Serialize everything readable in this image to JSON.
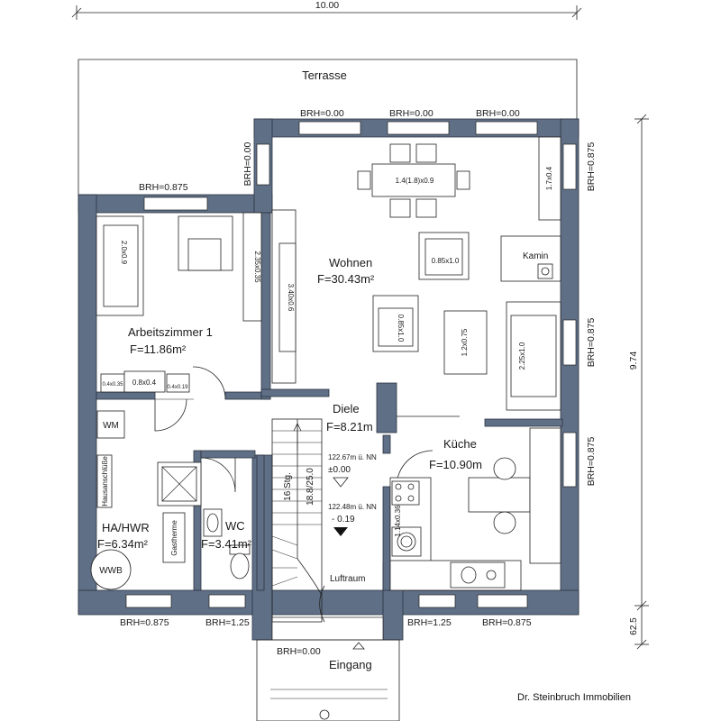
{
  "overall_width": "10.00",
  "overall_depth": "9.74",
  "offset_dim": "62.5",
  "credit": "Dr. Steinbruch Immobilien",
  "terrace": "Terrasse",
  "entrance": "Eingang",
  "rooms": {
    "wohnen": {
      "name": "Wohnen",
      "area": "F=30.43m²"
    },
    "arbeitszimmer": {
      "name": "Arbeitszimmer 1",
      "area": "F=11.86m²"
    },
    "diele": {
      "name": "Diele",
      "area": "F=8.21m"
    },
    "kueche": {
      "name": "Küche",
      "area": "F=10.90m"
    },
    "hwr": {
      "name": "HA/HWR",
      "area": "F=6.34m²"
    },
    "wc": {
      "name": "WC",
      "area": "F=3.41m²"
    },
    "luftraum": {
      "name": "Luftraum"
    }
  },
  "brh": {
    "top1": "BRH=0.00",
    "top2": "BRH=0.00",
    "top3": "BRH=0.00",
    "left_vertical": "BRH=0.00",
    "arbeits_top": "BRH=0.875",
    "right1": "BRH=0.875",
    "right2": "BRH=0.875",
    "right3": "BRH=0.875",
    "bottom1": "BRH=0.875",
    "bottom2": "BRH=1.25",
    "bottom3": "BRH=1.25",
    "bottom4": "BRH=0.875",
    "entrance": "BRH=0.00"
  },
  "furniture": {
    "table": "1.4(1.8)x0.9",
    "kamin": "Kamin",
    "armchair1": "0.85x1.0",
    "armchair2": "0.85x1.0",
    "coffee_table": "1.2x0.75",
    "sofa": "2.25x1.0",
    "shelf_top": "1.7x0.4",
    "sideboard": "3.40x0.6",
    "arbeits_sofa": "2.0x0.9",
    "arbeits_shelf": "2.35x0.35",
    "arbeits_desk": "0.8x0.4",
    "arbeits_cab1": "0.4x0.35",
    "arbeits_cab2": "0.4x0.19",
    "wm": "WM",
    "hausanschluss": "Hausanschlüße",
    "gastherme": "Gastherme",
    "wwb": "WWB",
    "kitchen_unit": "1.14x0.36"
  },
  "stairs": {
    "steps": "16 Stg.",
    "ratio": "18.8/25.0"
  },
  "levels": {
    "level1": "122.67m ü. NN",
    "level1b": "±0.00",
    "level2": "122.48m ü. NN",
    "level2b": "- 0.19"
  },
  "colors": {
    "wall": "#5f6f86"
  }
}
